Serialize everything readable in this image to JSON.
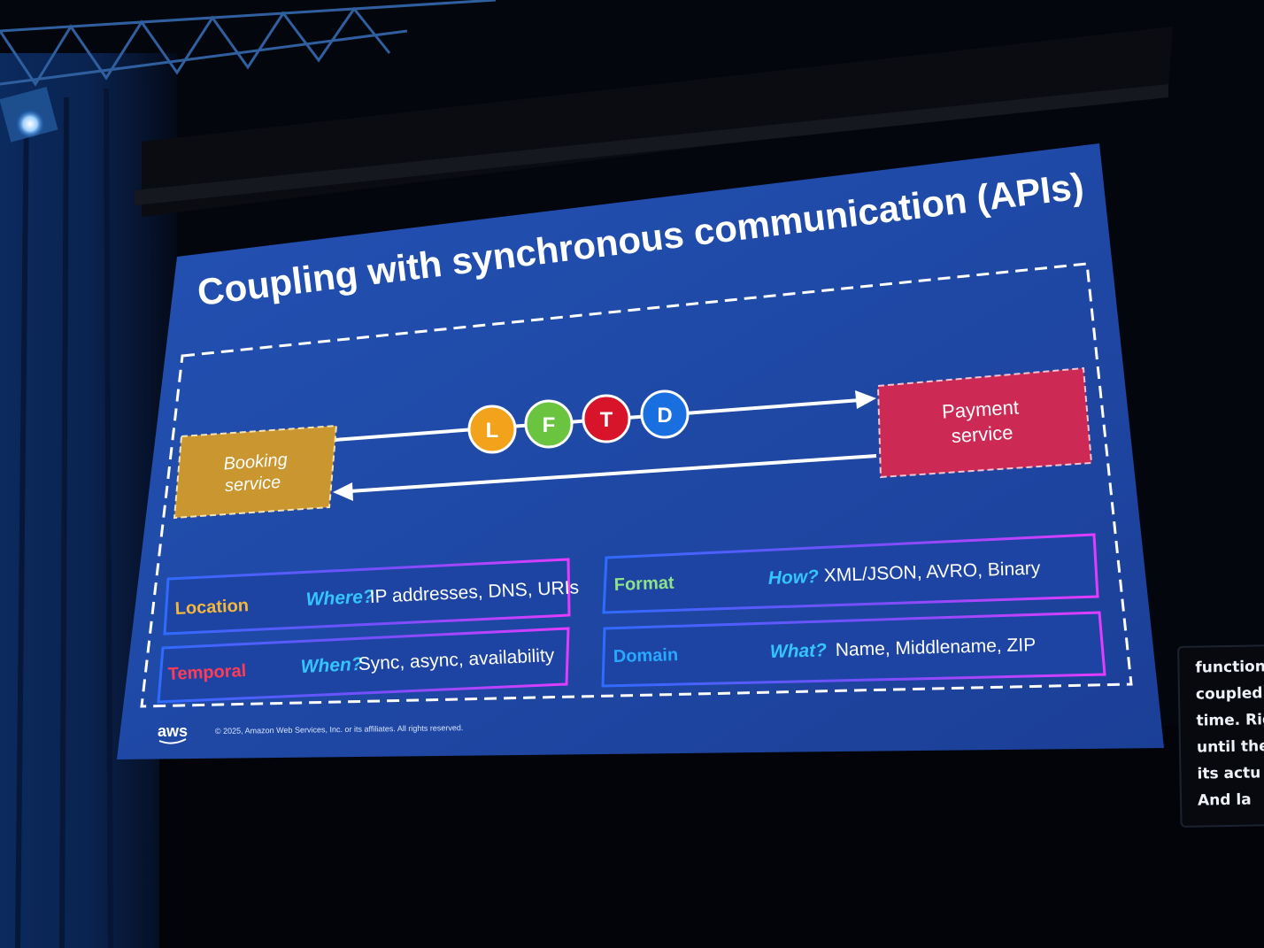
{
  "slide": {
    "title": "Coupling with synchronous communication (APIs)",
    "booking_label_1": "Booking",
    "booking_label_2": "service",
    "payment_label_1": "Payment",
    "payment_label_2": "service",
    "badges": [
      "L",
      "F",
      "T",
      "D"
    ],
    "colors": {
      "slide_bg": "#1d4aa6",
      "booking": "#c9962f",
      "payment": "#cc2a55",
      "badge_l": "#f2a21b",
      "badge_f": "#6bc43f",
      "badge_t": "#d8142a",
      "badge_d": "#1a6fe0",
      "location": "#f3b73d",
      "format": "#8ee28a",
      "temporal": "#ff3b57",
      "domain": "#29a8ff",
      "question": "#35c4ff"
    },
    "location": {
      "label": "Location",
      "question": "Where?",
      "detail": "IP addresses, DNS, URIs"
    },
    "temporal": {
      "label": "Temporal",
      "question": "When?",
      "detail": "Sync, async, availability"
    },
    "format": {
      "label": "Format",
      "question": "How?",
      "detail": "XML/JSON, AVRO, Binary"
    },
    "domain": {
      "label": "Domain",
      "question": "What?",
      "detail": "Name, Middlename, ZIP"
    },
    "logo": "aws",
    "copyright": "© 2025, Amazon Web Services, Inc. or its affiliates. All rights reserved."
  },
  "caption": {
    "lines": [
      "functiona",
      "coupled",
      "time. Rig",
      "until the",
      "its actu",
      "And la"
    ]
  }
}
